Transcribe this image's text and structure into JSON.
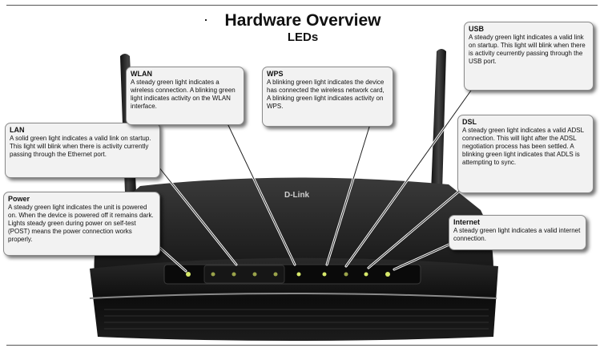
{
  "page": {
    "title": "Hardware Overview",
    "subtitle": "LEDs"
  },
  "router": {
    "brand": "D-Link"
  },
  "callouts": {
    "power": {
      "heading": "Power",
      "text": "A steady green light indicates the unit is powered on. When the device is powered off it remains dark. Lights steady green during power on self-test (POST) means the power connection works properly."
    },
    "lan": {
      "heading": "LAN",
      "text": "A solid green light indicates a valid link on startup. This light will blink when there is activity currently passing through the Ethernet port."
    },
    "wlan": {
      "heading": "WLAN",
      "text": "A steady green light indicates a wireless connection. A blinking green light indicates activity on the WLAN interface."
    },
    "wps": {
      "heading": "WPS",
      "text": "A blinking green light indicates the device has connected the wireless network card, A blinking green light indicates activity on WPS."
    },
    "usb": {
      "heading": "USB",
      "text": "A steady green light indicates a valid link on startup. This light will blink when there is activity ceurrently passing through the USB port."
    },
    "dsl": {
      "heading": "DSL",
      "text": "A steady green light indicates a valid ADSL connection. This will light after the ADSL negotiation process has been settled. A blinking green light indicates that ADLS is attempting to sync."
    },
    "internet": {
      "heading": "Internet",
      "text": "A steady green light indicates a valid internet connection."
    }
  },
  "colors": {
    "router_body": "#141414",
    "led_green": "#d6e86a",
    "callout_bg": "#f2f2f2"
  }
}
